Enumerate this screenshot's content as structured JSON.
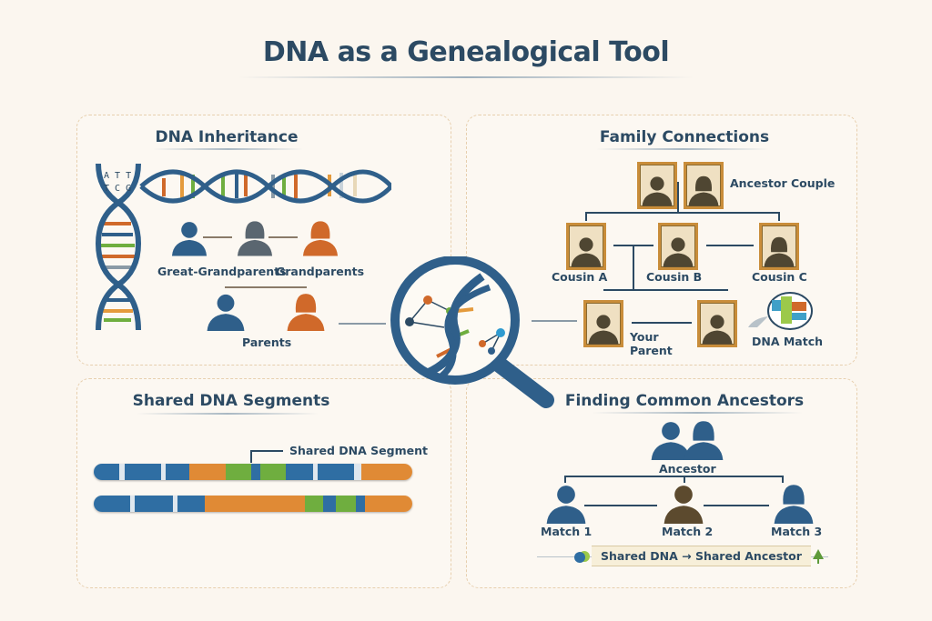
{
  "title": "DNA as a Genealogical Tool",
  "panels": {
    "inheritance": {
      "title": "DNA Inheritance",
      "bases_top": "A T T",
      "bases_bottom": "T C G",
      "labels": {
        "great_grandparents": "Great-Grandparents",
        "grandparents": "Grandparents",
        "parents": "Parents"
      }
    },
    "family": {
      "title": "Family Connections",
      "labels": {
        "ancestor_couple": "Ancestor Couple",
        "cousin_a": "Cousin A",
        "cousin_b": "Cousin B",
        "cousin_c": "Cousin C",
        "your_parent": "Your Parent",
        "dna_match": "DNA Match"
      }
    },
    "segments": {
      "title": "Shared DNA Segments",
      "callout": "Shared DNA Segment"
    },
    "ancestors": {
      "title": "Finding Common Ancestors",
      "labels": {
        "ancestor": "Ancestor",
        "match1": "Match 1",
        "match2": "Match 2",
        "match3": "Match 3"
      },
      "footer": "Shared DNA → Shared Ancestor"
    }
  },
  "colors": {
    "blue": "#2f5f8a",
    "orange": "#d0692a",
    "green": "#6fae3f",
    "gold": "#c98d3a",
    "navy": "#2c4a63"
  }
}
